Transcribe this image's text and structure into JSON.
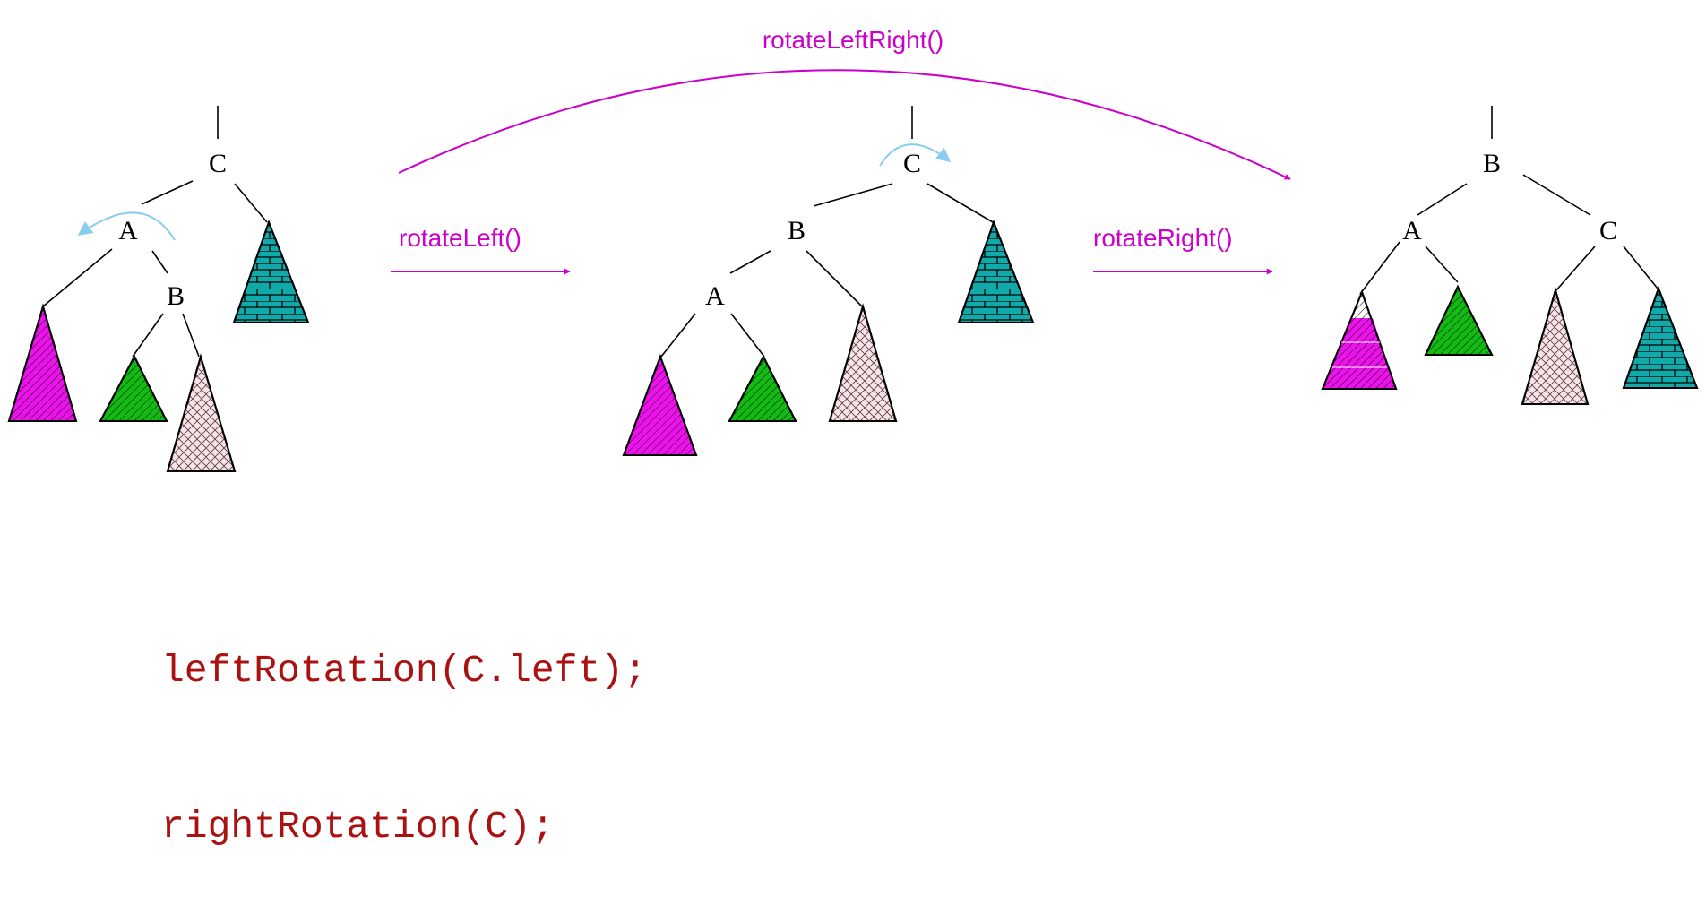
{
  "colors": {
    "operation": "#cc00cc",
    "rotation_hint": "#88ccee",
    "code": "#aa1111",
    "subtree_magenta": "#ee11ee",
    "subtree_green": "#11bb11",
    "subtree_pink": "#f6e4e8",
    "subtree_teal": "#11aaaa"
  },
  "nodes": {
    "a": "A",
    "b": "B",
    "c": "C"
  },
  "operations": {
    "rotate_left": "rotateLeft()",
    "rotate_right": "rotateRight()",
    "rotate_left_right": "rotateLeftRight()"
  },
  "code": [
    "leftRotation(C.left);",
    "rightRotation(C);"
  ]
}
